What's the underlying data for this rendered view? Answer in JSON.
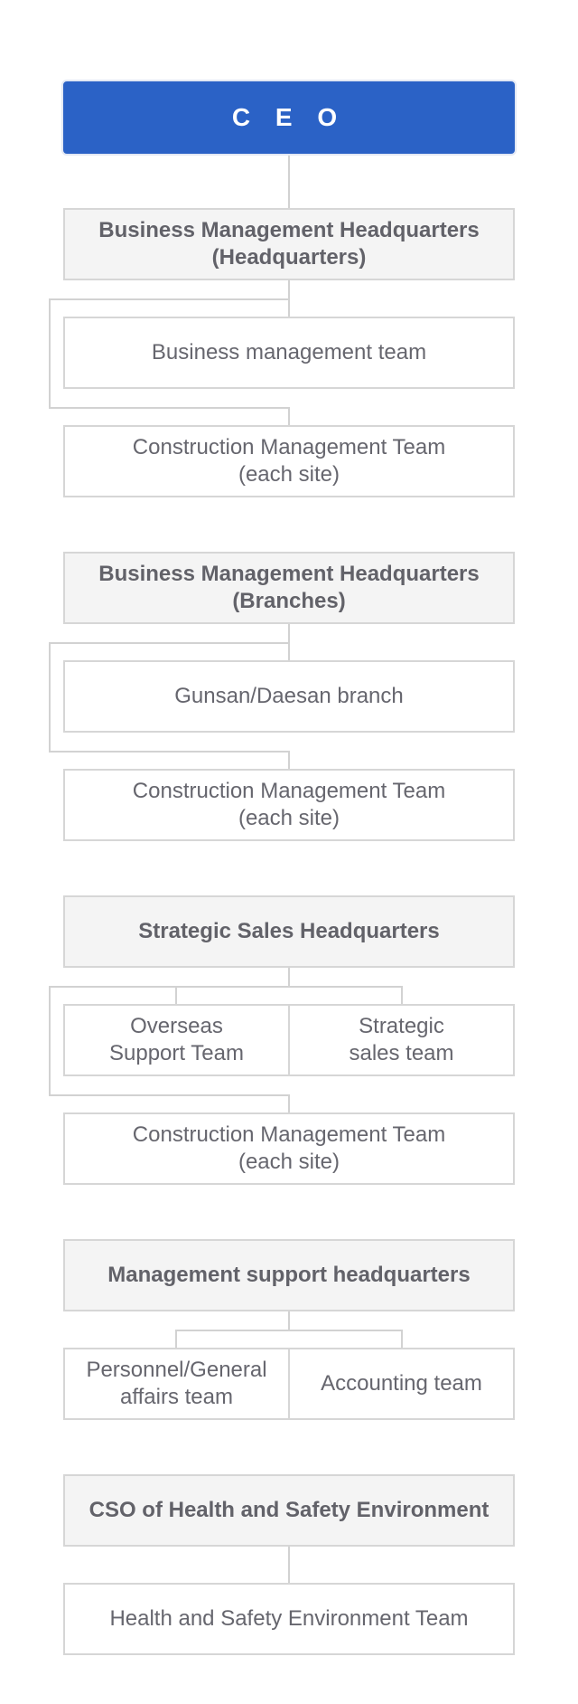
{
  "ceo": {
    "label": "C E O"
  },
  "divisions": [
    {
      "title": "Business Management Headquarters\n(Headquarters)",
      "teams": [
        "Business management team",
        "Construction Management Team\n(each site)"
      ]
    },
    {
      "title": "Business Management Headquarters\n(Branches)",
      "teams": [
        "Gunsan/Daesan branch",
        "Construction Management Team\n(each site)"
      ]
    },
    {
      "title": "Strategic Sales Headquarters",
      "teams": [
        "Overseas\nSupport Team",
        "Strategic\nsales team",
        "Construction Management Team\n(each site)"
      ]
    },
    {
      "title": "Management support headquarters",
      "teams": [
        "Personnel/General\naffairs team",
        "Accounting team"
      ]
    },
    {
      "title": "CSO of Health and Safety Environment",
      "teams": [
        "Health and Safety Environment Team"
      ]
    }
  ],
  "colors": {
    "ceo_background": "#2b62c6",
    "header_background": "#f4f4f4",
    "border": "#d6d6d6",
    "text": "#66666e"
  }
}
